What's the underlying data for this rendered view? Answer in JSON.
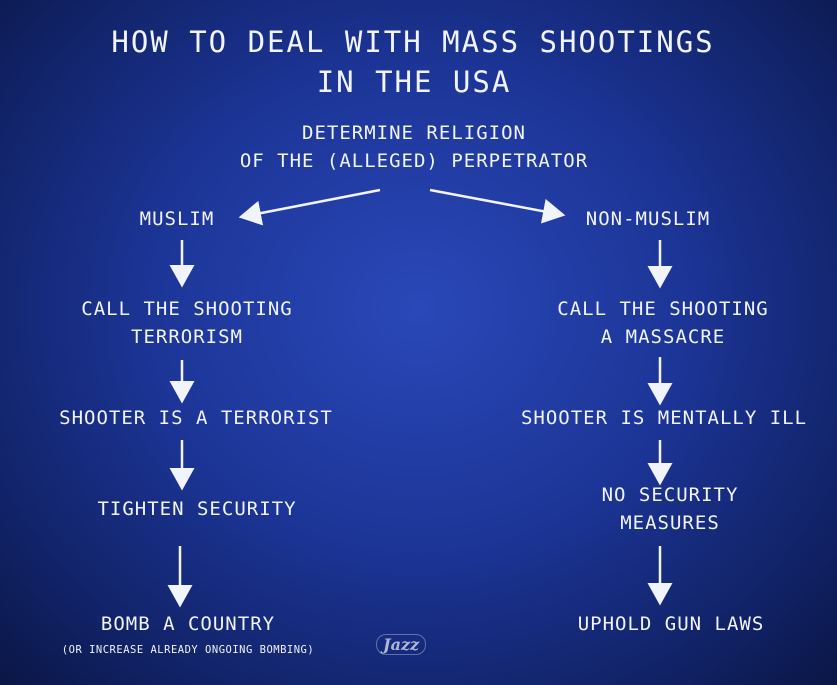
{
  "title": {
    "line1": "HOW TO DEAL WITH MASS SHOOTINGS",
    "line2": "IN THE USA"
  },
  "root": {
    "line1": "DETERMINE RELIGION",
    "line2": "OF THE (ALLEGED) PERPETRATOR"
  },
  "left": {
    "branch": "MUSLIM",
    "step1_line1": "CALL THE SHOOTING",
    "step1_line2": "TERRORISM",
    "step2": "SHOOTER IS A TERRORIST",
    "step3": "TIGHTEN SECURITY",
    "step4": "BOMB A COUNTRY",
    "step4_note": "(OR INCREASE ALREADY ONGOING BOMBING)"
  },
  "right": {
    "branch": "NON-MUSLIM",
    "step1_line1": "CALL THE SHOOTING",
    "step1_line2": "A MASSACRE",
    "step2": "SHOOTER IS MENTALLY ILL",
    "step3_line1": "NO SECURITY",
    "step3_line2": "MEASURES",
    "step4": "UPHOLD GUN LAWS"
  },
  "watermark": "Jazz",
  "colors": {
    "background": "#1c3597",
    "text": "#f2f4fb",
    "arrow": "#f2f4fb"
  }
}
